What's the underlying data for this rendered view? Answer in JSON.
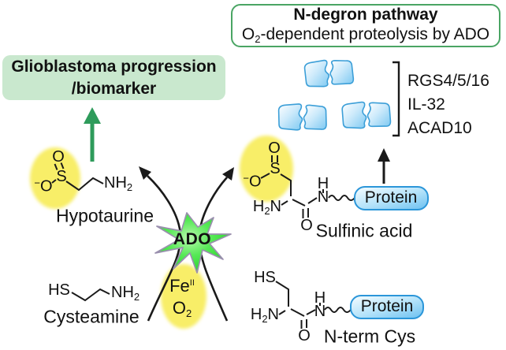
{
  "ndegron_box": {
    "title": "N-degron pathway",
    "subtitle_prefix": "O",
    "subtitle_sub": "2",
    "subtitle_suffix": "-dependent proteolysis by ADO"
  },
  "outcome_box": {
    "line1": "Glioblastoma progression",
    "line2": "/biomarker"
  },
  "target_proteins": [
    "RGS4/5/16",
    "IL-32",
    "ACAD10"
  ],
  "enzyme": {
    "name": "ADO",
    "iron": "Fe",
    "iron_oxidation": "II",
    "oxygen": "O",
    "oxygen_sub": "2"
  },
  "molecules": {
    "hypotaurine_label": "Hypotaurine",
    "cysteamine_label": "Cysteamine",
    "sulfinic_label": "Sulfinic acid",
    "nterm_label": "N-term Cys",
    "protein_label": "Protein"
  },
  "chem": {
    "O": "O",
    "S": "S",
    "N": "N",
    "H": "H",
    "HS": "HS",
    "NH": "NH",
    "two": "2",
    "minus": "−"
  },
  "colors": {
    "outcome_box_bg": "#c9e8ce",
    "ndegron_border": "#4aa564",
    "highlight_yellow": "#f8ee67",
    "enzyme_star_green": "#35df35",
    "progression_arrow_green": "#2e9b5b",
    "protein_border_blue": "#2b96d9",
    "protein_fill_blue": "#9ed8f7",
    "line_black": "#1a1a1a"
  }
}
